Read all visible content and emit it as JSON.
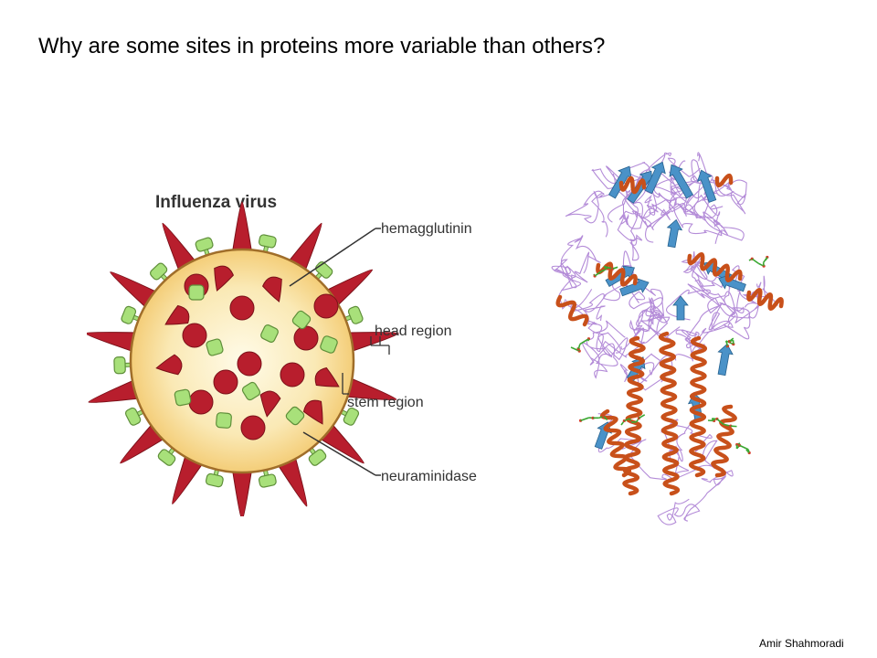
{
  "slide": {
    "title": "Why are some sites in proteins more variable than others?",
    "author": "Amir Shahmoradi"
  },
  "virus_diagram": {
    "title": "Influenza virus",
    "labels": {
      "hemagglutinin": "hemagglutinin",
      "head_region": "head region",
      "stem_region": "stem region",
      "neuraminidase": "neuraminidase"
    },
    "colors": {
      "hemagglutinin": "#b81e2d",
      "neuraminidase": "#a8e07a",
      "envelope": "#f6d27e"
    }
  },
  "protein_structure": {
    "colors": {
      "helix": "#c8501a",
      "sheet": "#4a92c8",
      "coil": "#b48cd8",
      "ligand": "#3aa832"
    }
  }
}
